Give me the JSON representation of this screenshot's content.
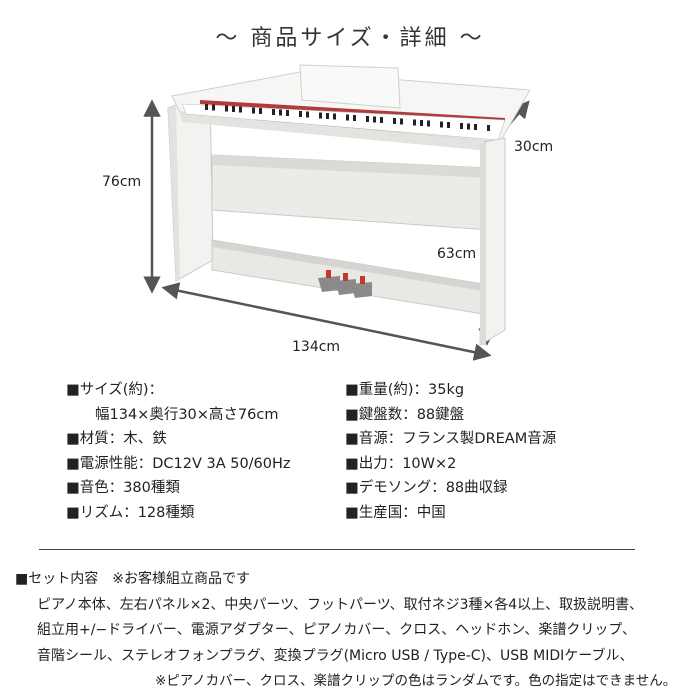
{
  "title": "〜 商品サイズ・詳細 〜",
  "dimensions": {
    "height": "76cm",
    "depth": "30cm",
    "pedal_height": "63cm",
    "width": "134cm"
  },
  "specs": {
    "left": [
      {
        "text": "■サイズ(約)："
      },
      {
        "text": "幅134×奥行30×高さ76cm",
        "indent": true
      },
      {
        "text": "■材質：木、鉄"
      },
      {
        "text": "■電源性能：DC12V 3A 50/60Hz"
      },
      {
        "text": "■音色：380種類"
      },
      {
        "text": "■リズム：128種類"
      }
    ],
    "right": [
      {
        "text": "■重量(約)：35kg"
      },
      {
        "text": "■鍵盤数：88鍵盤"
      },
      {
        "text": "■音源：フランス製DREAM音源"
      },
      {
        "text": "■出力：10W×2"
      },
      {
        "text": "■デモソング：88曲収録"
      },
      {
        "text": "■生産国：中国"
      }
    ]
  },
  "set": {
    "heading": "■セット内容　※お客様組立商品です",
    "lines": [
      "ピアノ本体、左右パネル×2、中央パーツ、フットパーツ、取付ネジ3種×各4以上、取扱説明書、",
      "組立用+/−ドライバー、電源アダプター、ピアノカバー、クロス、ヘッドホン、楽譜クリップ、",
      "音階シール、ステレオフォンプラグ、変換プラグ(Micro USB / Type-C)、USB MIDIケーブル、"
    ],
    "note": "※ピアノカバー、クロス、楽譜クリップの色はランダムです。色の指定はできません。"
  }
}
